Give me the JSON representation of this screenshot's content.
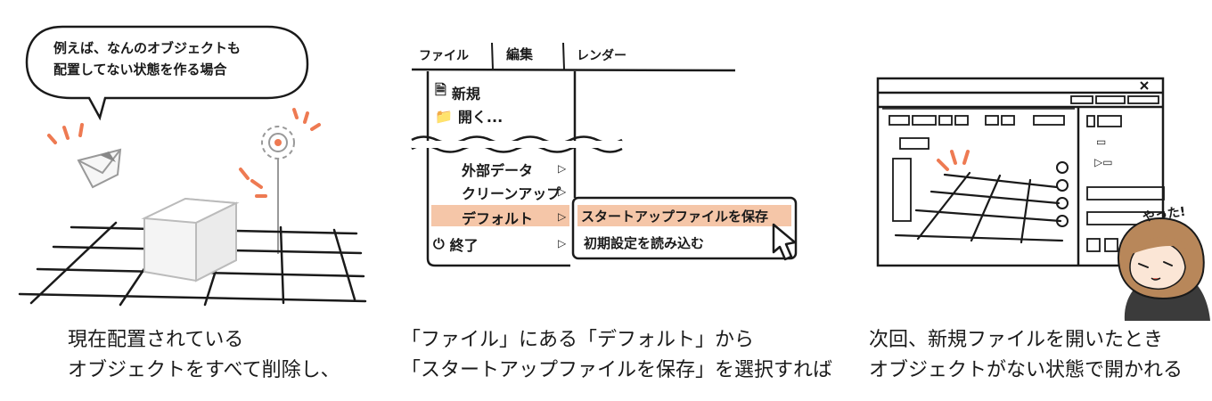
{
  "panel1": {
    "speech_bubble": {
      "line1": "例えば、なんのオブジェクトも",
      "line2": "配置してない状態を作る場合"
    },
    "caption": {
      "line1": "現在配置されている",
      "line2": "オブジェクトをすべて削除し、"
    },
    "icons": [
      "envelope-icon",
      "lamp-icon",
      "cube-icon",
      "floor-grid"
    ]
  },
  "panel2": {
    "menubar": {
      "file": "ファイル",
      "edit": "編集",
      "render": "レンダー"
    },
    "menu": {
      "new": "新規",
      "open": "開く...",
      "external_data": "外部データ",
      "clean_up": "クリーンアップ",
      "defaults": "デフォルト",
      "quit": "終了"
    },
    "submenu": {
      "save_startup": "スタートアップファイルを保存",
      "load_factory": "初期設定を読み込む"
    },
    "caption": {
      "line1": "「ファイル」にある「デフォルト」から",
      "line2": "「スタートアップファイルを保存」を選択すれば"
    },
    "highlight_color": "#f5c6a8"
  },
  "panel3": {
    "exclaim": "やった!",
    "caption": {
      "line1": "次回、新規ファイルを開いたとき",
      "line2": "オブジェクトがない状態で開かれる"
    },
    "icons": [
      "close-icon"
    ]
  },
  "colors": {
    "accent": "#ee7a52",
    "highlight": "#f5c6a8",
    "hair": "#b8875a",
    "ink": "#1a1a1a"
  }
}
